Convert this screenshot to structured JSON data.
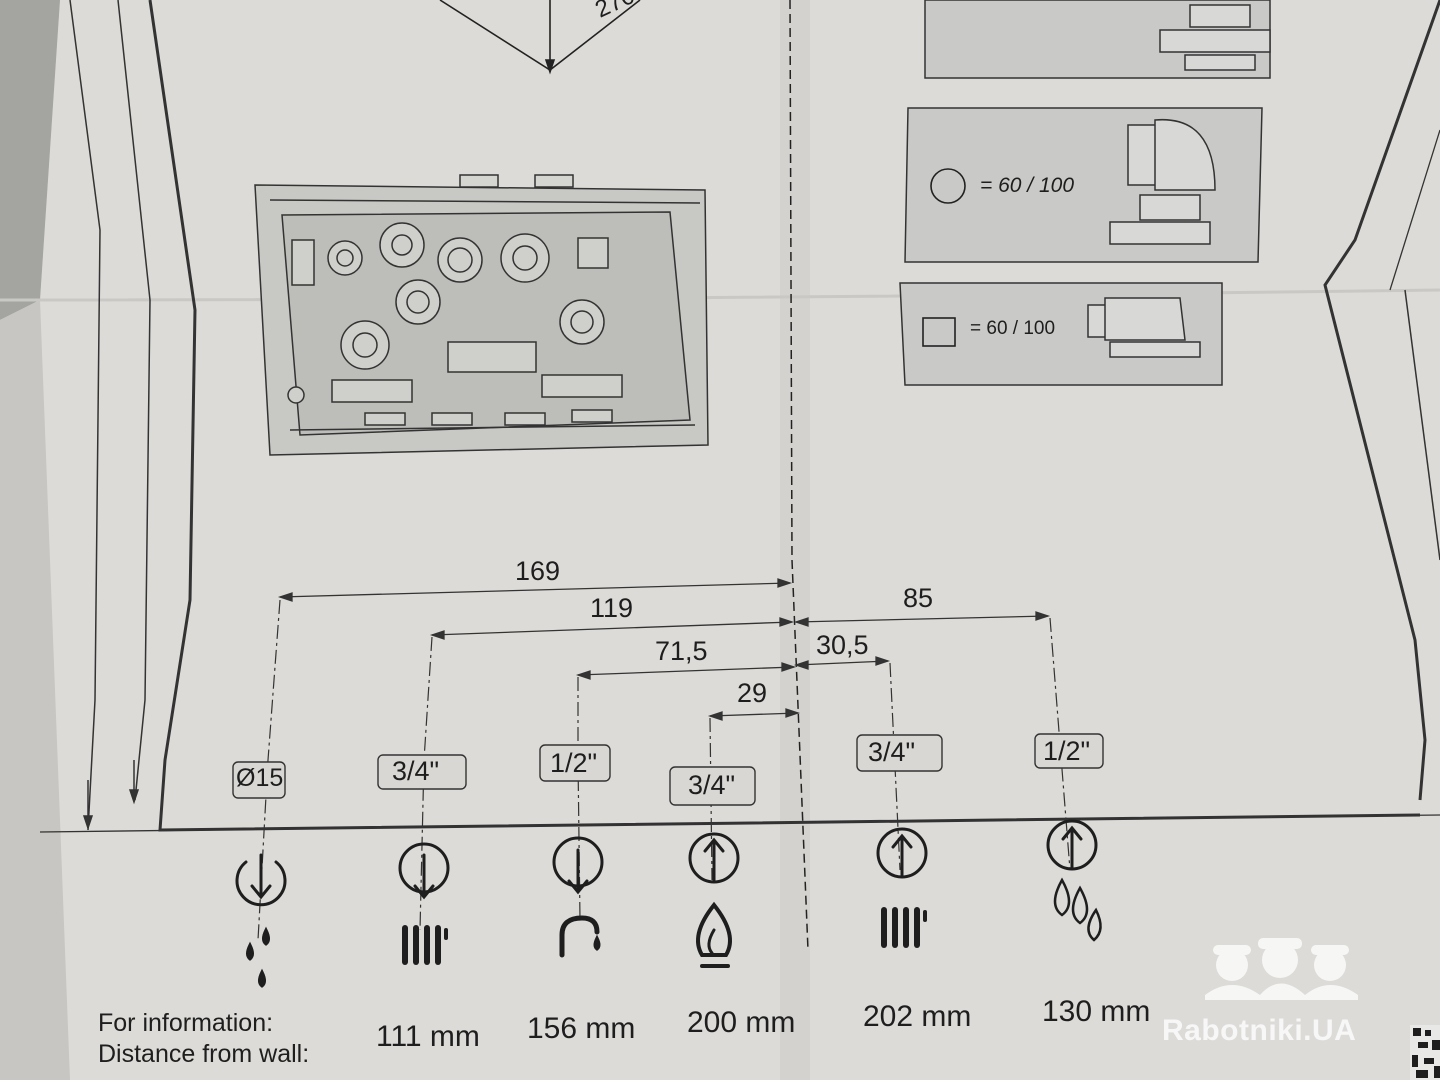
{
  "dimensions": {
    "d169": "169",
    "d119": "119",
    "d71_5": "71,5",
    "d29": "29",
    "d85": "85",
    "d30_5": "30,5"
  },
  "pipes": [
    {
      "size": "Ø15",
      "distance": "",
      "icon": "drain-drop-icon"
    },
    {
      "size": "3/4\"",
      "distance": "111 mm",
      "icon": "heating-flow-radiator-icon"
    },
    {
      "size": "1/2\"",
      "distance": "156 mm",
      "icon": "hot-water-tap-icon"
    },
    {
      "size": "3/4\"",
      "distance": "200 mm",
      "icon": "gas-flame-icon"
    },
    {
      "size": "3/4\"",
      "distance": "202 mm",
      "icon": "heating-return-radiator-icon"
    },
    {
      "size": "1/2\"",
      "distance": "130 mm",
      "icon": "cold-water-drops-icon"
    }
  ],
  "info": {
    "line1": "For information:",
    "line2": "Distance from wall:"
  },
  "flue_options": [
    {
      "shape": "circle-icon",
      "label": "= 60 / 100"
    },
    {
      "shape": "square-icon",
      "label": "= 60 / 100"
    }
  ],
  "watermark": "Rabotniki.UA",
  "colors": {
    "paper": "#dcdbd8",
    "ink": "#1e1e1e",
    "grey_box": "#c9c9c7",
    "background": "#8d8e8a"
  }
}
